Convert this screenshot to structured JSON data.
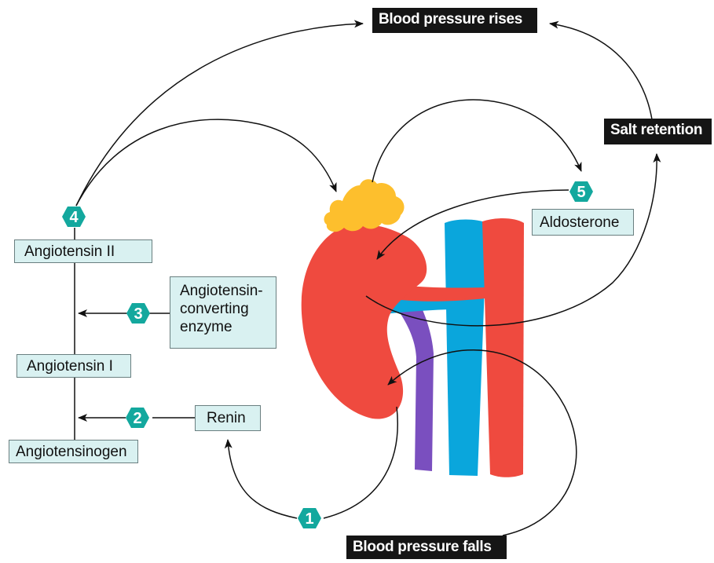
{
  "labels": {
    "bp_rises": "Blood pressure rises",
    "bp_falls": "Blood pressure falls",
    "salt_retention": "Salt retention",
    "aldosterone": "Aldosterone",
    "angiotensin_ii": "Angiotensin II",
    "angiotensin_i": "Angiotensin I",
    "angiotensinogen": "Angiotensinogen",
    "renin": "Renin",
    "ace_line1": "Angiotensin-",
    "ace_line2": "converting",
    "ace_line3": "enzyme"
  },
  "steps": [
    "1",
    "2",
    "3",
    "4",
    "5"
  ],
  "colors": {
    "box_fill": "#d9f1f1",
    "step_marker": "#13a89e",
    "kidney": "#ef4a3f",
    "adrenal_gland": "#fdbf2d",
    "vein": "#0aa6dc",
    "artery": "#ef4a3f",
    "ureter": "#7a4fbf",
    "label_dark": "#151515"
  }
}
